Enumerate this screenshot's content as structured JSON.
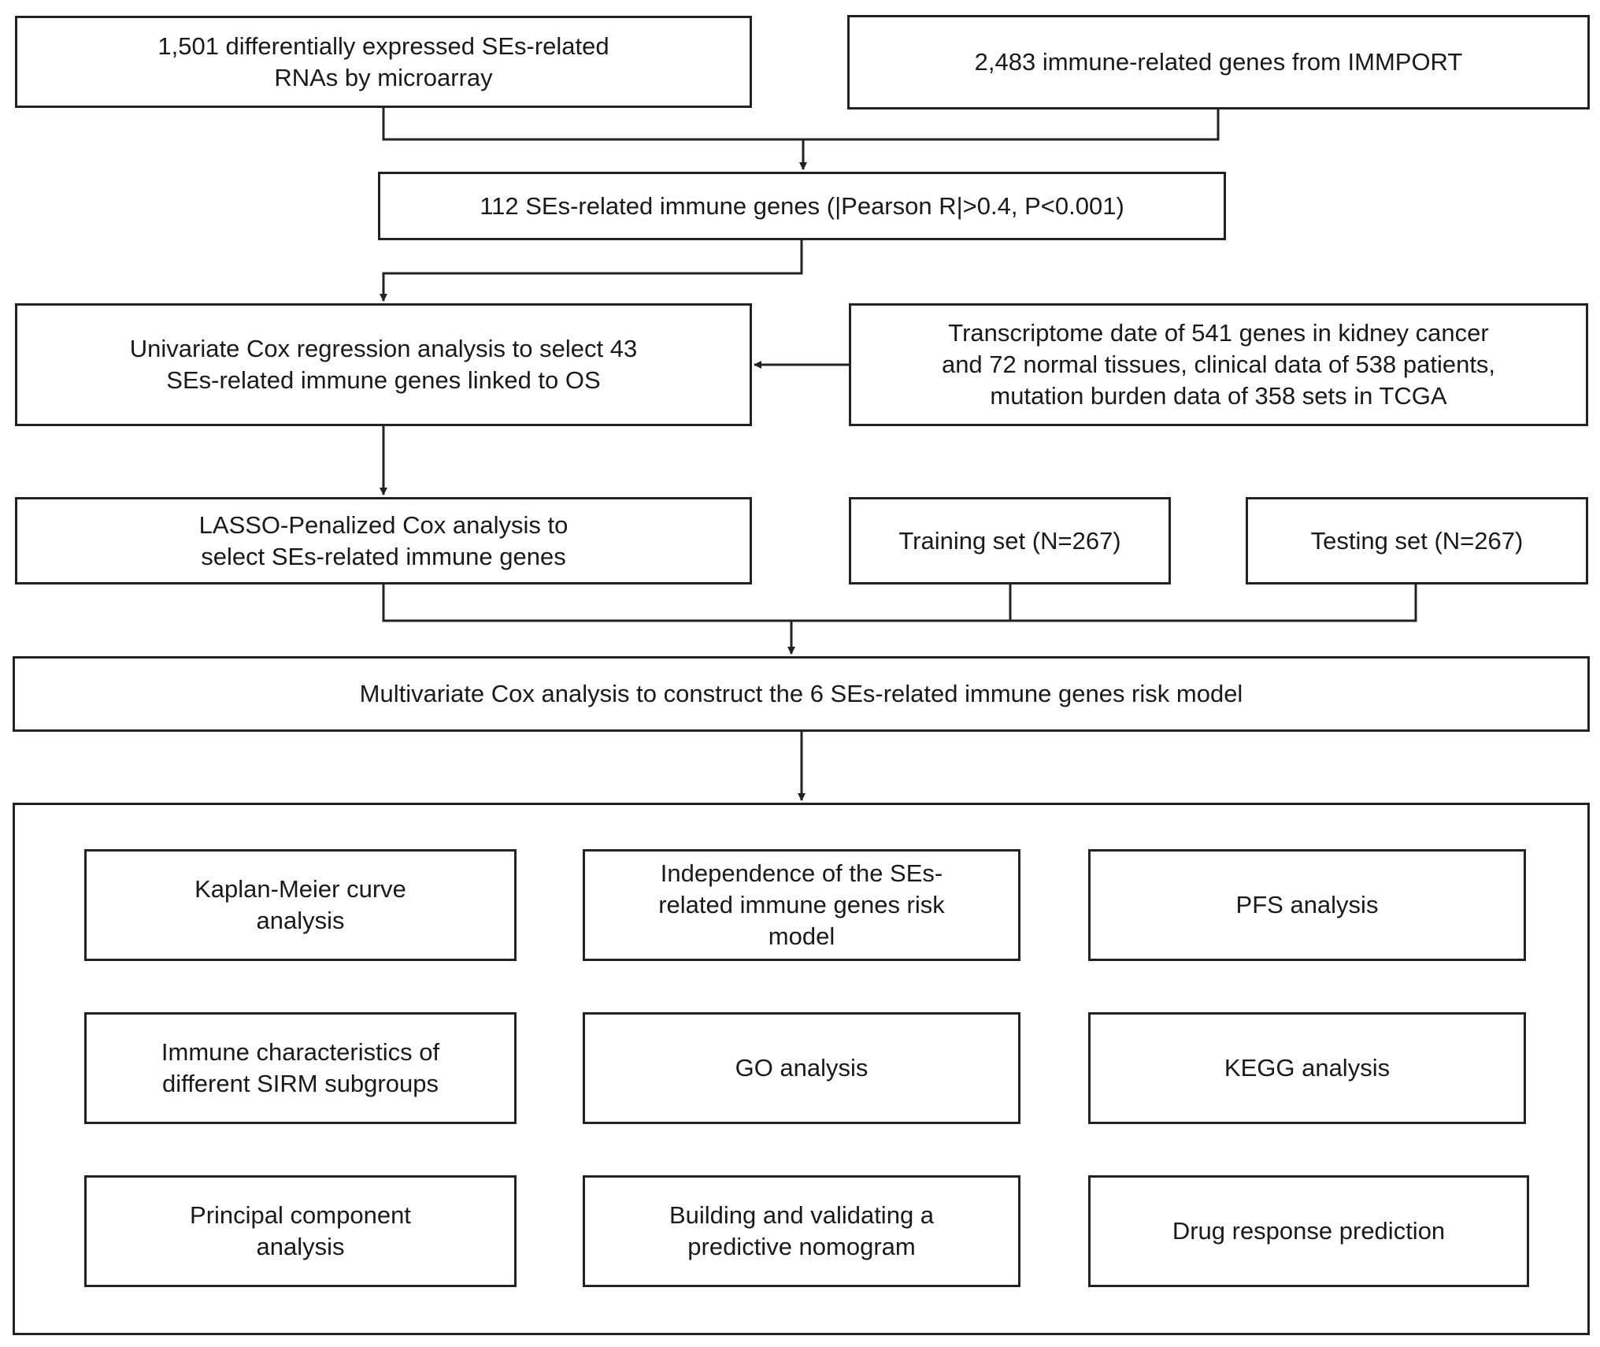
{
  "nodes": {
    "microarray": "1,501 differentially expressed SEs-related\nRNAs by microarray",
    "immport": "2,483 immune-related genes from IMMPORT",
    "pearson": "112 SEs-related immune genes (|Pearson R|>0.4, P<0.001)",
    "univariate": "Univariate Cox regression analysis to select 43\nSEs-related immune genes linked to OS",
    "tcga": "Transcriptome date of 541 genes in kidney cancer\nand 72 normal tissues, clinical data of 538 patients,\nmutation burden data of 358 sets in TCGA",
    "lasso": "LASSO-Penalized Cox analysis to\nselect SEs-related immune genes",
    "training": "Training set (N=267)",
    "testing": "Testing set (N=267)",
    "multivariate": "Multivariate Cox analysis to construct the 6 SEs-related immune genes risk model"
  },
  "analyses": {
    "kaplan_meier": "Kaplan-Meier curve\nanalysis",
    "independence": "Independence of the SEs-\nrelated immune genes risk\nmodel",
    "pfs": "PFS analysis",
    "immune_characteristics": "Immune characteristics of\ndifferent SIRM subgroups",
    "go": "GO analysis",
    "kegg": "KEGG analysis",
    "pca": "Principal component\nanalysis",
    "nomogram": "Building and validating a\npredictive nomogram",
    "drug_response": "Drug response prediction"
  }
}
